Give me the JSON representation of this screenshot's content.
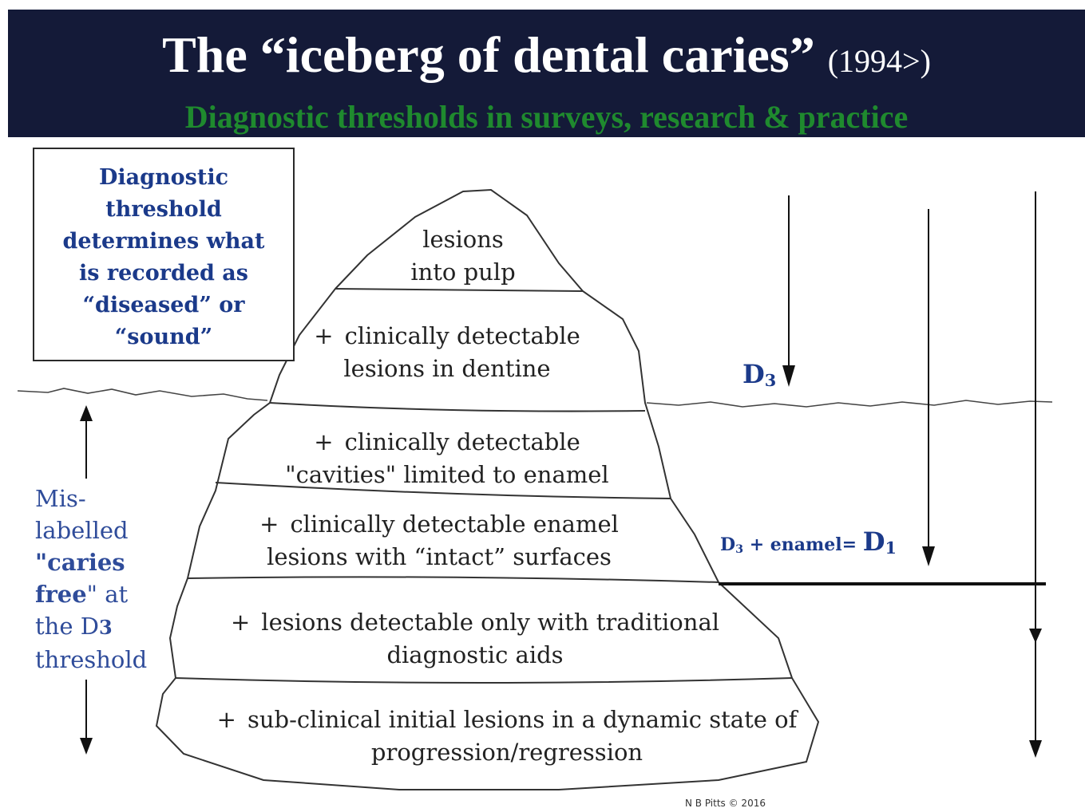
{
  "header": {
    "title": "The “iceberg of dental caries”",
    "year": "(1994>)",
    "subtitle": "Diagnostic thresholds in surveys, research & practice"
  },
  "threshold_box": {
    "lines": [
      "Diagnostic",
      "threshold",
      "determines what",
      "is recorded as",
      "“diseased” or",
      "“sound”"
    ]
  },
  "layers": [
    {
      "plus": "",
      "lines": [
        "lesions",
        "into pulp"
      ]
    },
    {
      "plus": "+",
      "lines": [
        "clinically detectable",
        "lesions in dentine"
      ]
    },
    {
      "plus": "+",
      "lines": [
        "clinically detectable",
        "\"cavities\" limited to enamel"
      ]
    },
    {
      "plus": "+",
      "lines": [
        "clinically detectable enamel",
        "lesions with “intact” surfaces"
      ]
    },
    {
      "plus": "+",
      "lines": [
        "lesions detectable only with traditional",
        "diagnostic aids"
      ]
    },
    {
      "plus": "+",
      "lines": [
        "sub-clinical initial lesions in a dynamic state of",
        "progression/regression"
      ]
    }
  ],
  "mislabelled": {
    "l1": "Mis-",
    "l2": "labelled",
    "l3": "\"caries",
    "l4a": "free",
    "l4b": "\" at",
    "l5": "the D",
    "l5sub": "3",
    "l6": "threshold"
  },
  "labels": {
    "d3": "D",
    "d3_sub": "3",
    "d1_prefix": "D",
    "d1_prefix_sub": "3",
    "d1_mid": " + enamel= ",
    "d1": "D",
    "d1_sub": "1"
  },
  "credit": "N B Pitts © 2016"
}
